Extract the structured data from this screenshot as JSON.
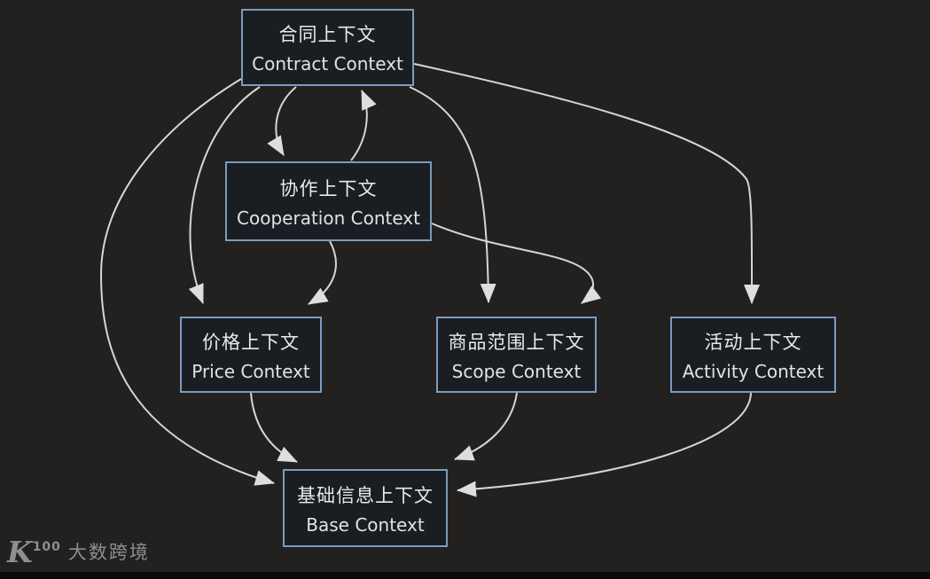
{
  "diagram": {
    "title": "context-map",
    "nodes": [
      {
        "id": "contract",
        "zh": "合同上下文",
        "en": "Contract Context"
      },
      {
        "id": "cooperation",
        "zh": "协作上下文",
        "en": "Cooperation Context"
      },
      {
        "id": "price",
        "zh": "价格上下文",
        "en": "Price Context"
      },
      {
        "id": "scope",
        "zh": "商品范围上下文",
        "en": "Scope Context"
      },
      {
        "id": "activity",
        "zh": "活动上下文",
        "en": "Activity Context"
      },
      {
        "id": "base",
        "zh": "基础信息上下文",
        "en": "Base Context"
      }
    ],
    "edges": [
      {
        "from": "contract",
        "to": "cooperation"
      },
      {
        "from": "cooperation",
        "to": "contract"
      },
      {
        "from": "contract",
        "to": "price"
      },
      {
        "from": "cooperation",
        "to": "price"
      },
      {
        "from": "contract",
        "to": "scope"
      },
      {
        "from": "cooperation",
        "to": "scope"
      },
      {
        "from": "contract",
        "to": "activity"
      },
      {
        "from": "contract",
        "to": "base"
      },
      {
        "from": "price",
        "to": "base"
      },
      {
        "from": "scope",
        "to": "base"
      },
      {
        "from": "activity",
        "to": "base"
      }
    ],
    "colors": {
      "background": "#232020",
      "node_fill": "#1a1e22",
      "node_border": "#7a9cbd",
      "edge_line": "#d6d6d6",
      "arrowhead": "#dedede",
      "text": "#e9e9e9"
    }
  },
  "watermark": {
    "logo_main": "K",
    "logo_sup": "100",
    "text": "大数跨境"
  }
}
